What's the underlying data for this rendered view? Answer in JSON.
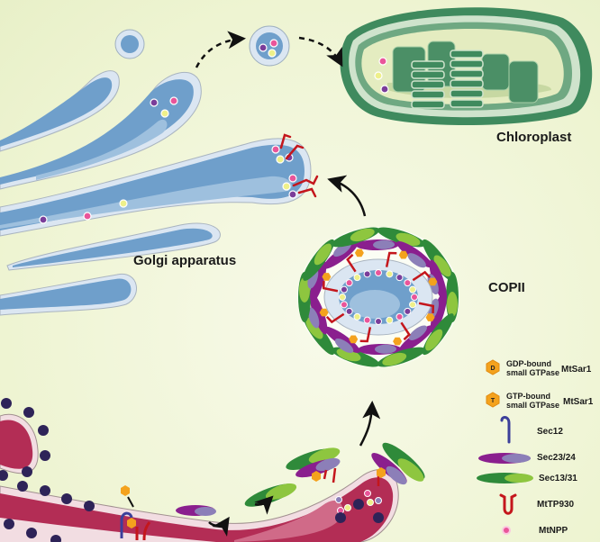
{
  "diagram": {
    "labels": {
      "chloroplast": "Chloroplast",
      "golgi": "Golgi apparatus",
      "copii": "COPII"
    },
    "legend": [
      {
        "symbol": "hexagon-D",
        "glyph": "D",
        "desc_line1": "GDP-bound",
        "desc_line2": "small GTPase",
        "name": "MtSar1"
      },
      {
        "symbol": "hexagon-T",
        "glyph": "T",
        "desc_line1": "GTP-bound",
        "desc_line2": "small GTPase",
        "name": "MtSar1"
      },
      {
        "symbol": "hook-blue",
        "name": "Sec12"
      },
      {
        "symbol": "ellipse-purple",
        "name": "Sec23/24"
      },
      {
        "symbol": "ellipse-green",
        "name": "Sec13/31"
      },
      {
        "symbol": "u-red",
        "name": "MtTP930"
      },
      {
        "symbol": "dot-pink",
        "name": "MtNPP"
      }
    ],
    "colors": {
      "background": "#eef4d2",
      "golgi_blue": "#6f9fcb",
      "golgi_light": "#dbe6f2",
      "er_red": "#b32d55",
      "er_membrane": "#f2dde2",
      "ribosome": "#2e2358",
      "chloroplast_dark": "#3f8a5e",
      "chloroplast_light": "#cfe3cc",
      "thylakoid": "#4b8f66",
      "sec23_purple": "#8a1f8e",
      "sec24_lavender": "#8c7fb8",
      "sec13_green": "#2f8a3a",
      "sec31_lime": "#8ec63f",
      "mttp930_red": "#c4161c",
      "sar1_orange": "#f4a21d",
      "sec12_blue": "#3c3f9a",
      "cargo_pink": "#e9559a",
      "cargo_yellow": "#eef08a",
      "cargo_purple": "#7a3d9a"
    }
  }
}
